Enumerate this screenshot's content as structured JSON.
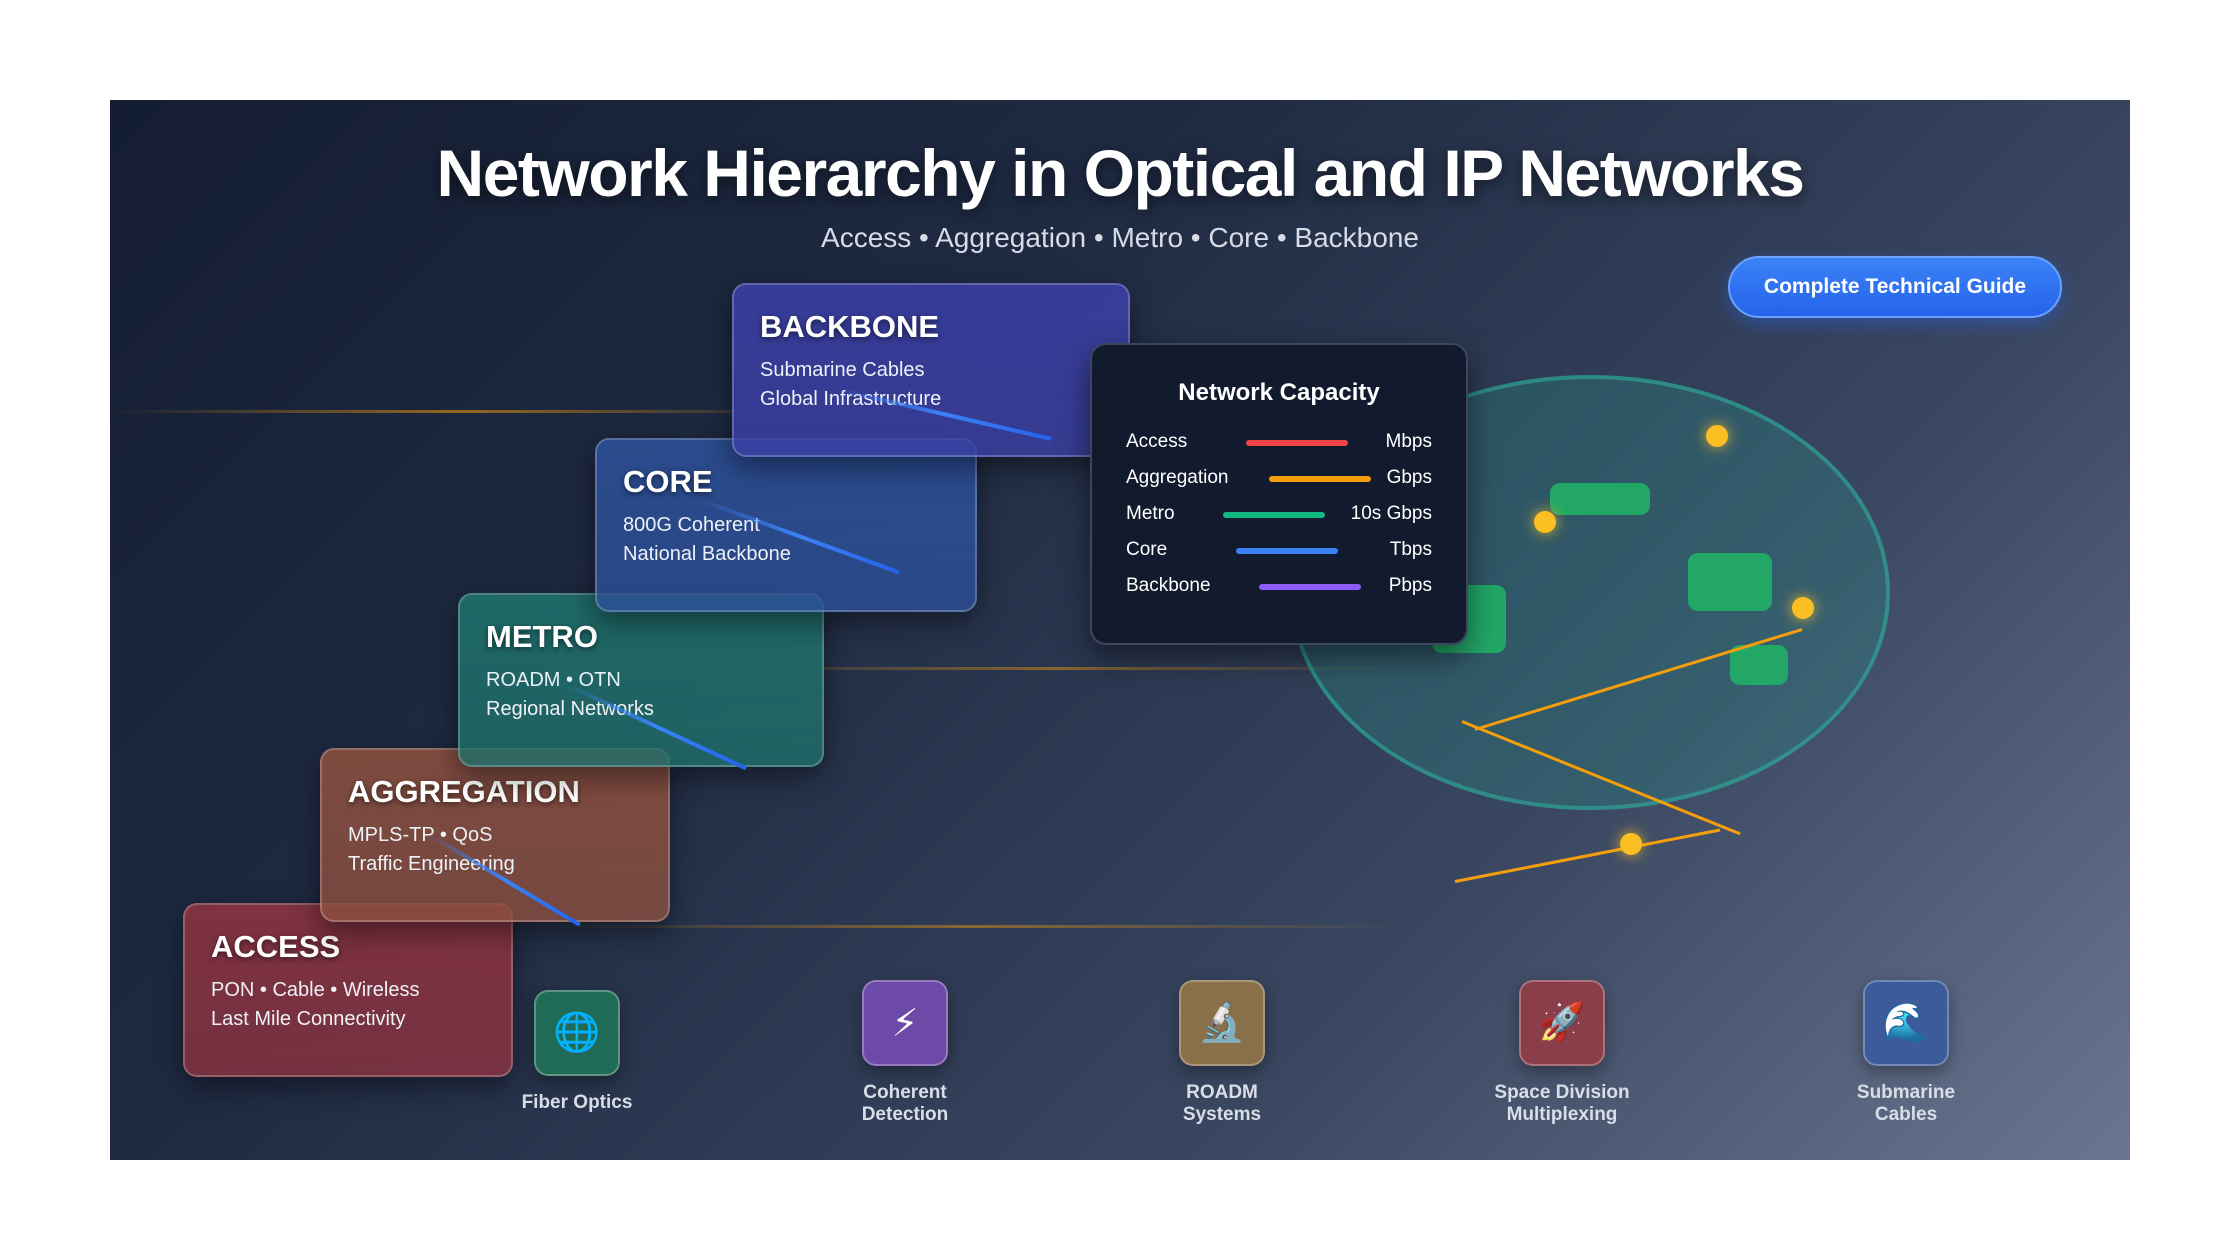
{
  "title": "Network Hierarchy in Optical and IP Networks",
  "subtitle": "Access • Aggregation • Metro • Core • Backbone",
  "guide_button": "Complete Technical Guide",
  "layers": [
    {
      "name": "ACCESS",
      "line1": "PON • Cable • Wireless",
      "line2": "Last Mile Connectivity",
      "color": "#8a3340"
    },
    {
      "name": "AGGREGATION",
      "line1": "MPLS-TP • QoS",
      "line2": "Traffic Engineering",
      "color": "#8a4f3f"
    },
    {
      "name": "METRO",
      "line1": "ROADM • OTN",
      "line2": "Regional Networks",
      "color": "#1f6f6a"
    },
    {
      "name": "CORE",
      "line1": "800G Coherent",
      "line2": "National Backbone",
      "color": "#2c4f96"
    },
    {
      "name": "BACKBONE",
      "line1": "Submarine Cables",
      "line2": "Global Infrastructure",
      "color": "#3a3fa3"
    }
  ],
  "capacity": {
    "title": "Network Capacity",
    "rows": [
      {
        "label": "Access",
        "unit": "Mbps",
        "color": "#ef4444"
      },
      {
        "label": "Aggregation",
        "unit": "Gbps",
        "color": "#f59e0b"
      },
      {
        "label": "Metro",
        "unit": "10s Gbps",
        "color": "#10b981"
      },
      {
        "label": "Core",
        "unit": "Tbps",
        "color": "#3b82f6"
      },
      {
        "label": "Backbone",
        "unit": "Pbps",
        "color": "#8b5cf6"
      }
    ]
  },
  "technologies": [
    {
      "label1": "Fiber Optics",
      "label2": "",
      "icon": "globe-icon",
      "glyph": "🌐",
      "color": "#1f6b55"
    },
    {
      "label1": "Coherent",
      "label2": "Detection",
      "icon": "lightning-icon",
      "glyph": "⚡",
      "color": "#6d4aa8"
    },
    {
      "label1": "ROADM",
      "label2": "Systems",
      "icon": "microscope-icon",
      "glyph": "🔬",
      "color": "#8a7048"
    },
    {
      "label1": "Space Division",
      "label2": "Multiplexing",
      "icon": "rocket-icon",
      "glyph": "🚀",
      "color": "#8a3e4a"
    },
    {
      "label1": "Submarine",
      "label2": "Cables",
      "icon": "wave-icon",
      "glyph": "🌊",
      "color": "#3d5a9a"
    }
  ]
}
